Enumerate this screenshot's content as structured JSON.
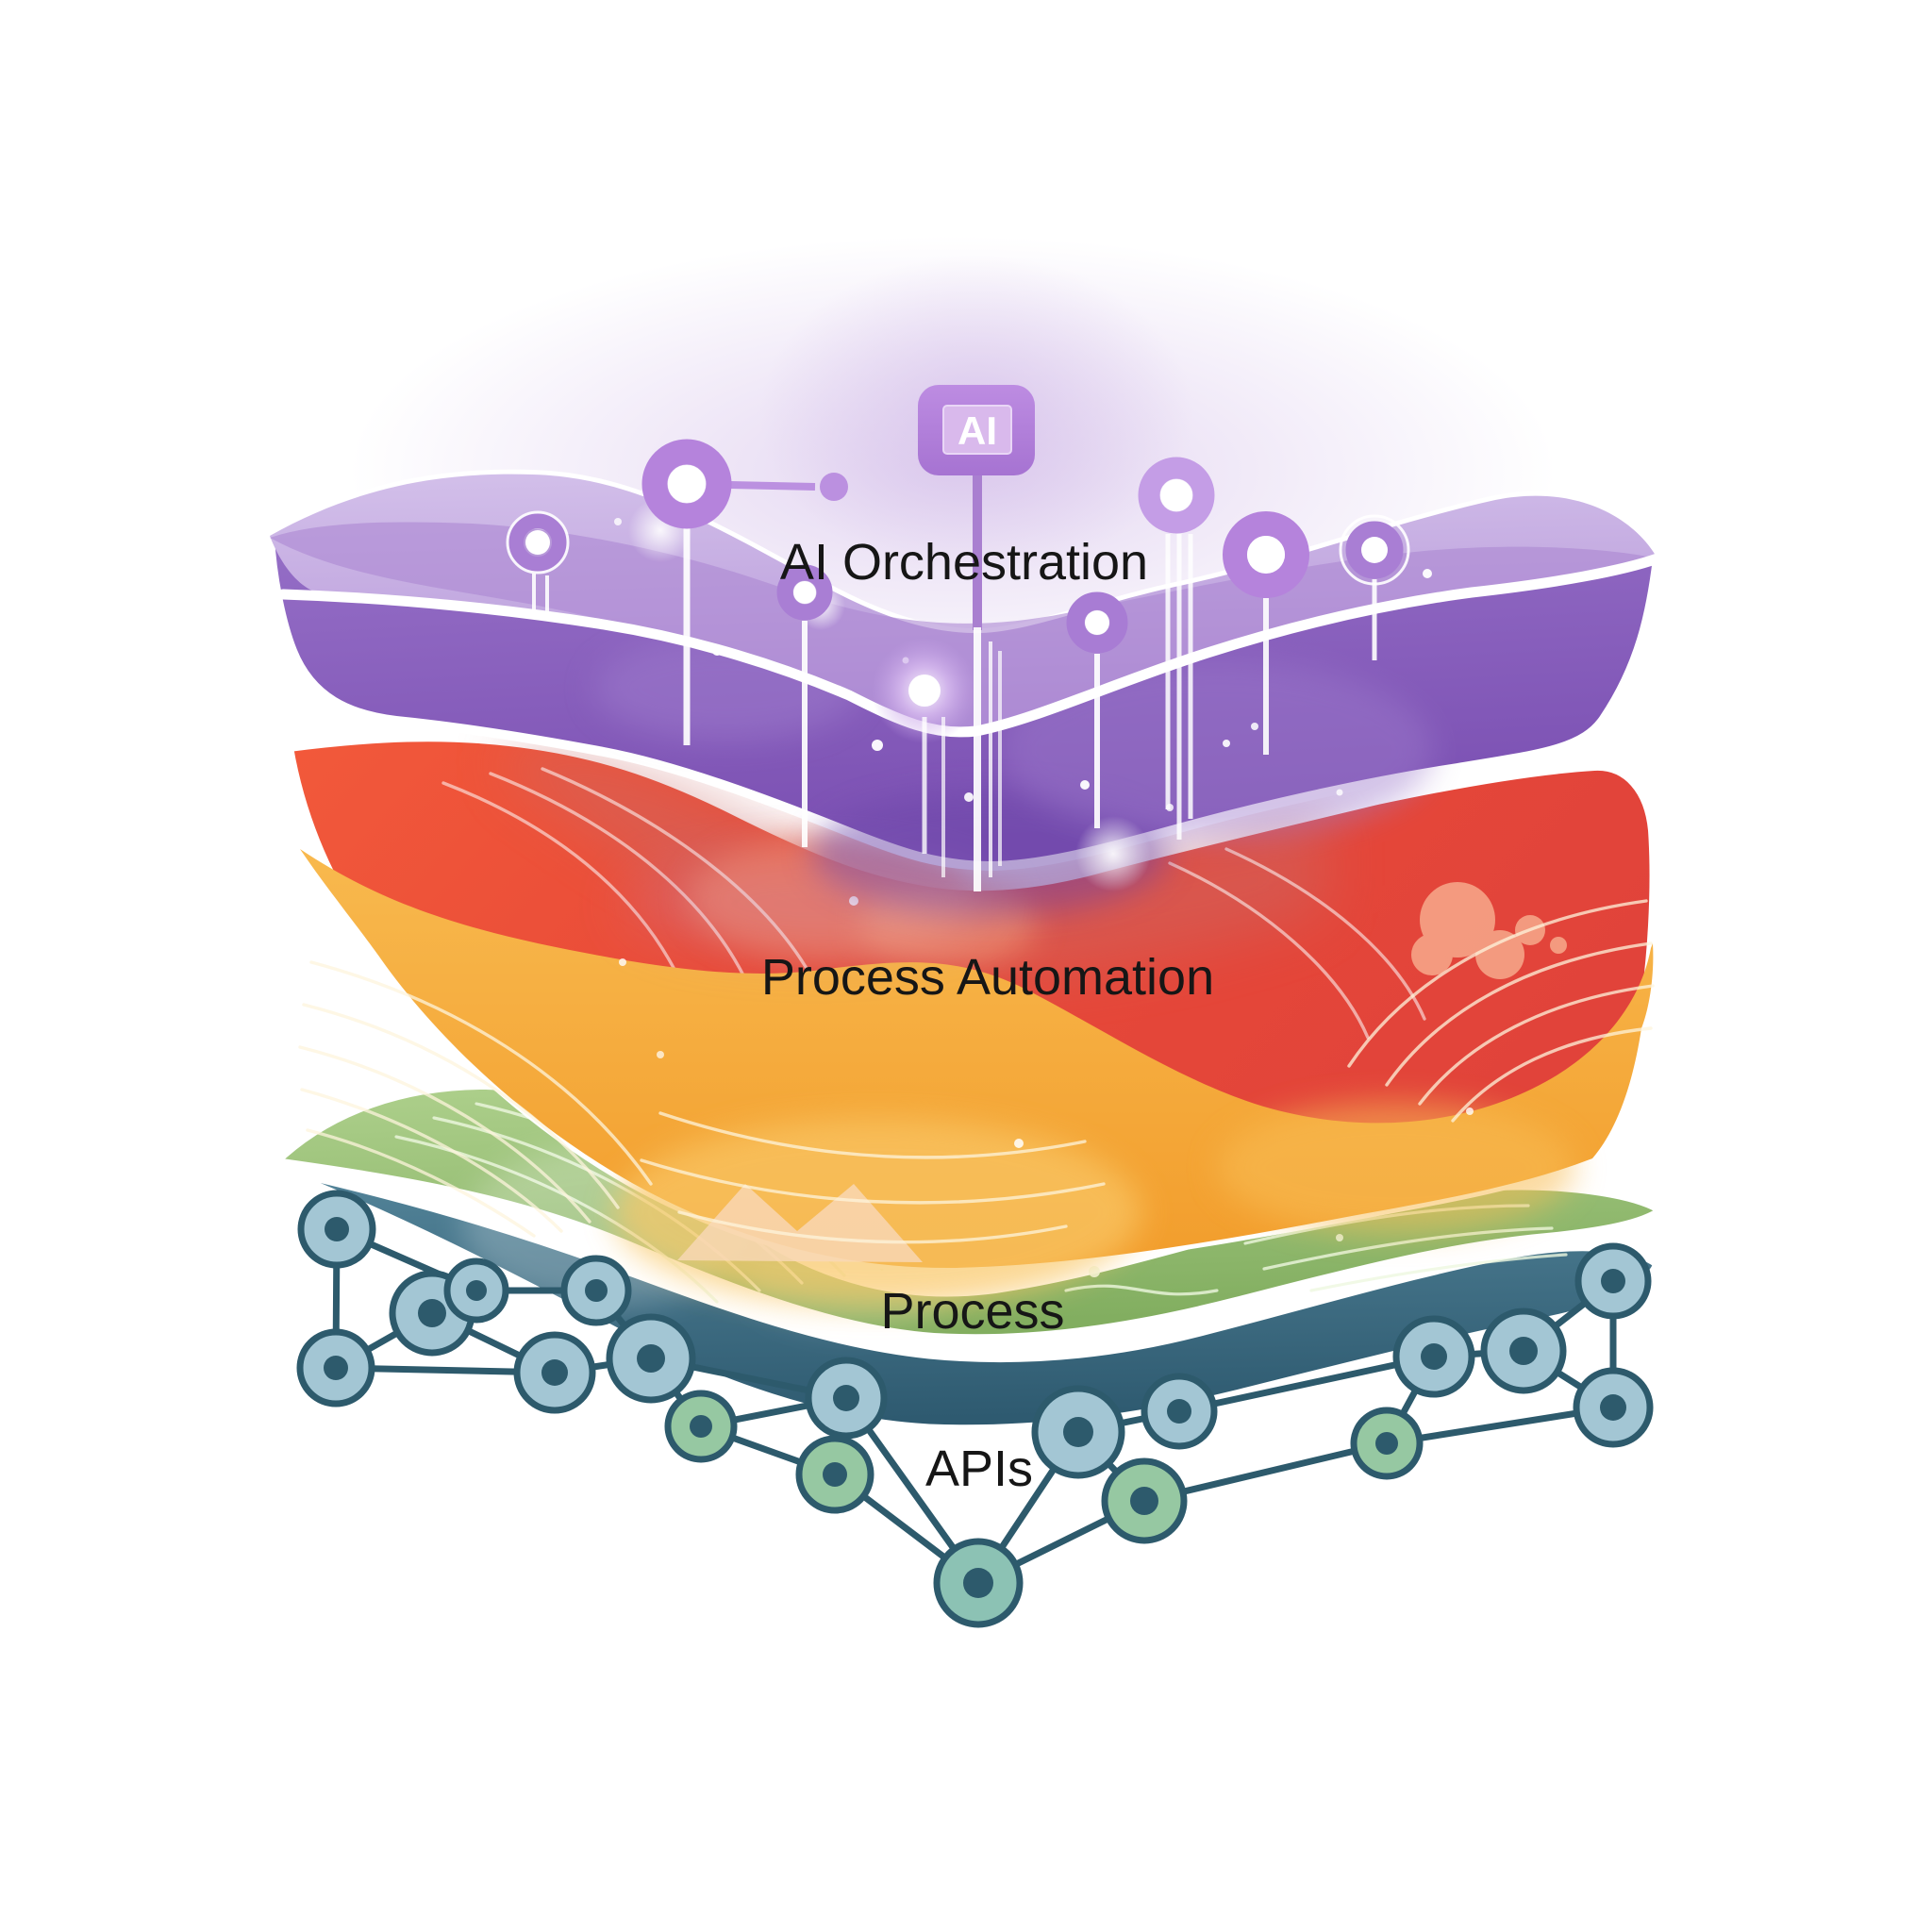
{
  "figure": {
    "type": "layered-architecture-illustration",
    "background": "#ffffff",
    "layers": [
      {
        "name": "AI Orchestration",
        "color_light": "#c9b2e4",
        "color_dark": "#7d52b5"
      },
      {
        "name": "Process Automation",
        "color_red": "#e94b38",
        "color_orange": "#f5a937"
      },
      {
        "name": "Process",
        "color": "#8fbc6e"
      },
      {
        "name": "APIs",
        "color": "#3c6a80"
      }
    ],
    "chip": {
      "label": "AI",
      "color": "#b184da"
    },
    "network": {
      "node_fill_blue": "#a3c6d4",
      "node_fill_green": "#96c8a2",
      "node_outline": "#2d5a6c",
      "node_count": 18
    },
    "text_color": "#161616"
  }
}
